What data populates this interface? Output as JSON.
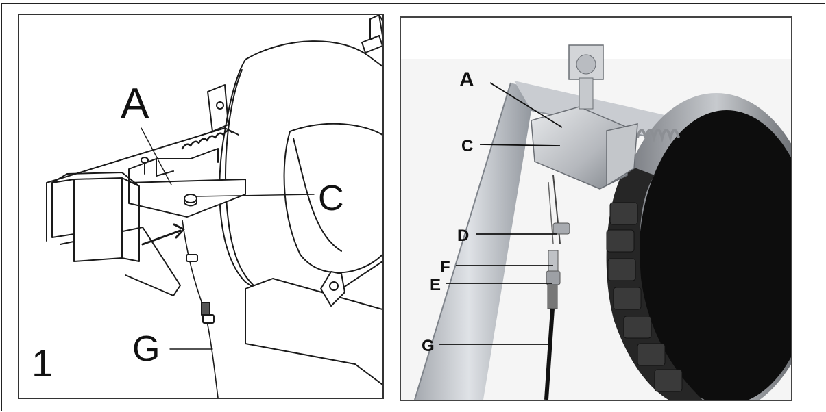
{
  "figure_number": "1",
  "left_panel": {
    "labels": {
      "a": "A",
      "c": "C",
      "g": "G"
    }
  },
  "right_panel": {
    "labels": {
      "a": "A",
      "c": "C",
      "d": "D",
      "f": "F",
      "e": "E",
      "g": "G"
    }
  },
  "colors": {
    "line": "#1a1a1a",
    "frame_silver": "#c9ccd1",
    "frame_shadow": "#8f949b",
    "bracket": "#b9bcc1",
    "wheel_dark": "#0d0d0d",
    "brake_pad": "#2b2b2b",
    "background_photo": "#f4f4f4"
  }
}
